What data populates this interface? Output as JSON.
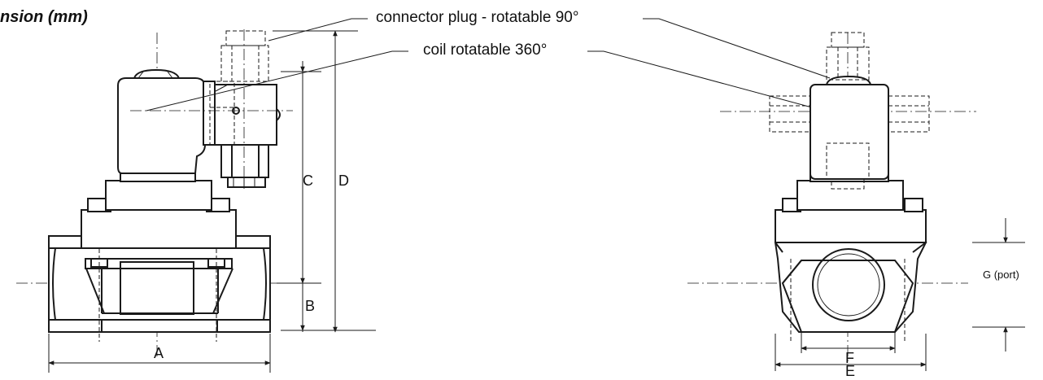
{
  "title": "nsion (mm)",
  "callouts": {
    "connector": "connector plug - rotatable 90°",
    "coil": "coil rotatable 360°"
  },
  "dimensions": {
    "a": "A",
    "b": "B",
    "c": "C",
    "d": "D",
    "e": "E",
    "f": "F",
    "g": "G (port)"
  }
}
